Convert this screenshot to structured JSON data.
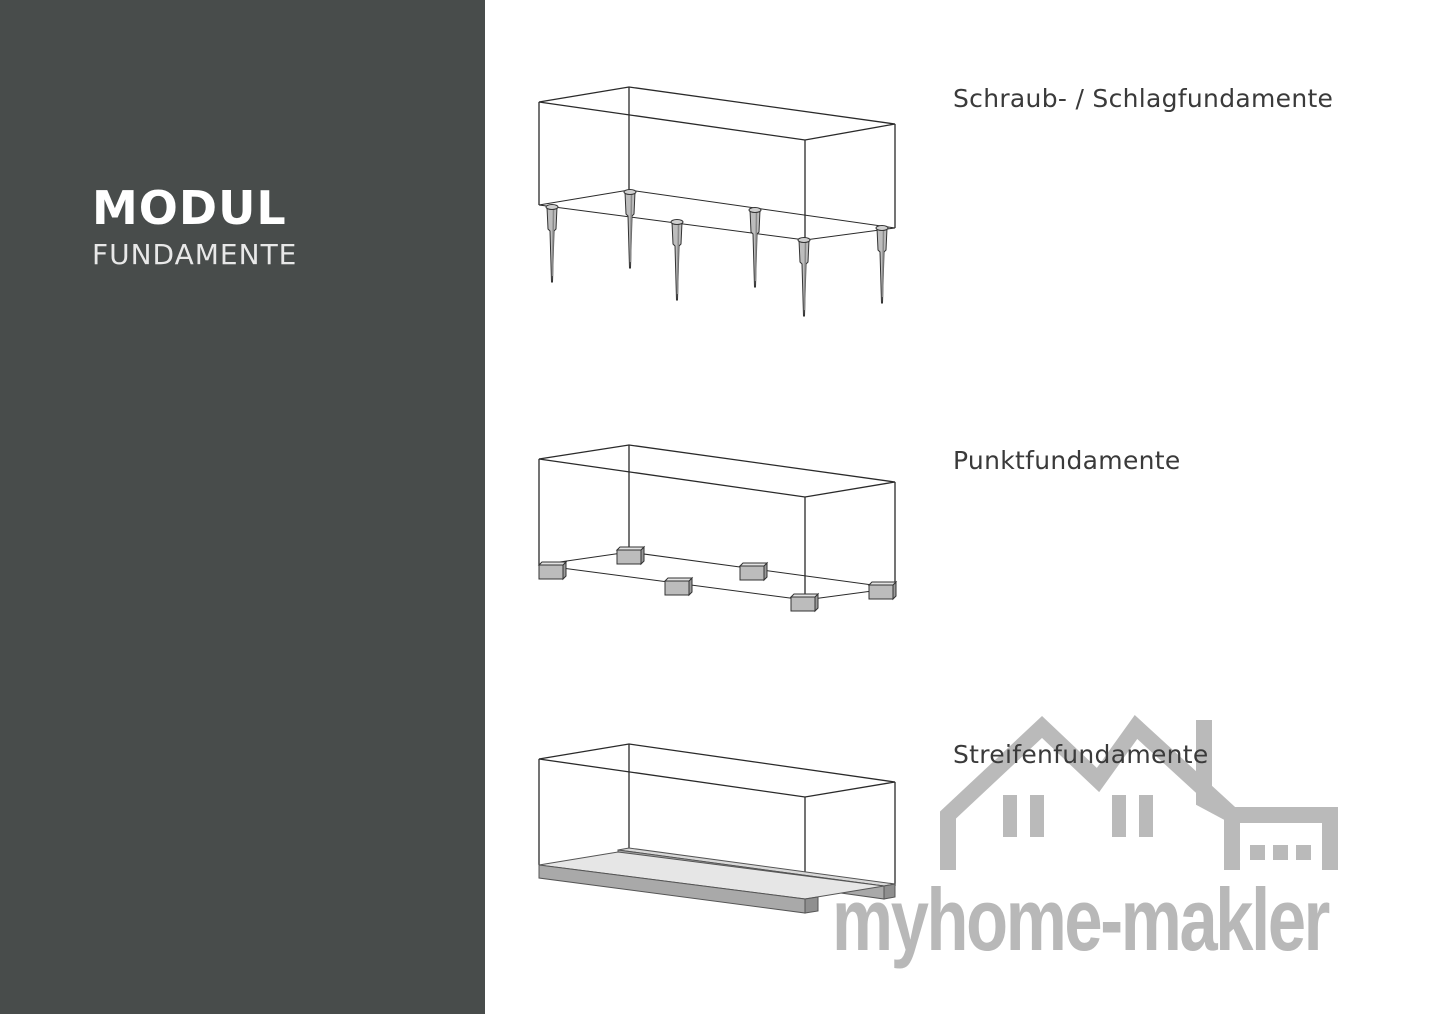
{
  "sidebar": {
    "title": "MODUL",
    "subtitle": "FUNDAMENTE",
    "background_color": "#484c4b"
  },
  "sections": [
    {
      "label": "Schraub- / Schlagfundamente",
      "figure": "screw-foundation-diagram"
    },
    {
      "label": "Punktfundamente",
      "figure": "point-foundation-diagram"
    },
    {
      "label": "Streifenfundamente",
      "figure": "strip-foundation-diagram"
    }
  ],
  "watermark": {
    "text": "myhome-makler",
    "icon": "house-outline-icon",
    "color": "#b3b3b3"
  }
}
